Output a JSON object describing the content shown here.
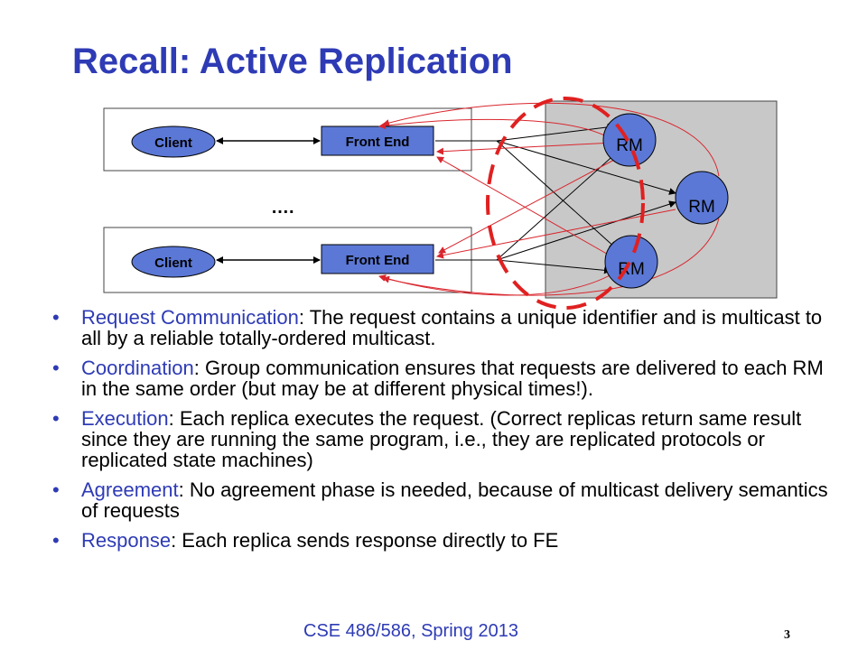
{
  "slide": {
    "title": "Recall: Active Replication",
    "footer": "CSE 486/586, Spring 2013",
    "page_number": "3"
  },
  "diagram": {
    "client_top": "Client",
    "client_bottom": "Client",
    "fe_top": "Front End",
    "fe_bottom": "Front End",
    "ellipsis": "….",
    "rm_top": "RM",
    "rm_mid": "RM",
    "rm_bottom": "RM"
  },
  "bullets": [
    {
      "term": "Request Communication",
      "text": ": The request contains a unique identifier and is multicast to all by a reliable totally-ordered multicast."
    },
    {
      "term": "Coordination",
      "text": ": Group communication ensures that requests are delivered to each RM in the same order (but may be at different physical times!)."
    },
    {
      "term": "Execution",
      "text": ": Each replica executes the request.  (Correct replicas return same result since they are running the same program, i.e., they are replicated protocols or replicated state machines)"
    },
    {
      "term": "Agreement",
      "text": ": No agreement phase is needed, because of multicast delivery semantics of requests"
    },
    {
      "term": "Response",
      "text": ": Each replica sends response directly to FE"
    }
  ]
}
